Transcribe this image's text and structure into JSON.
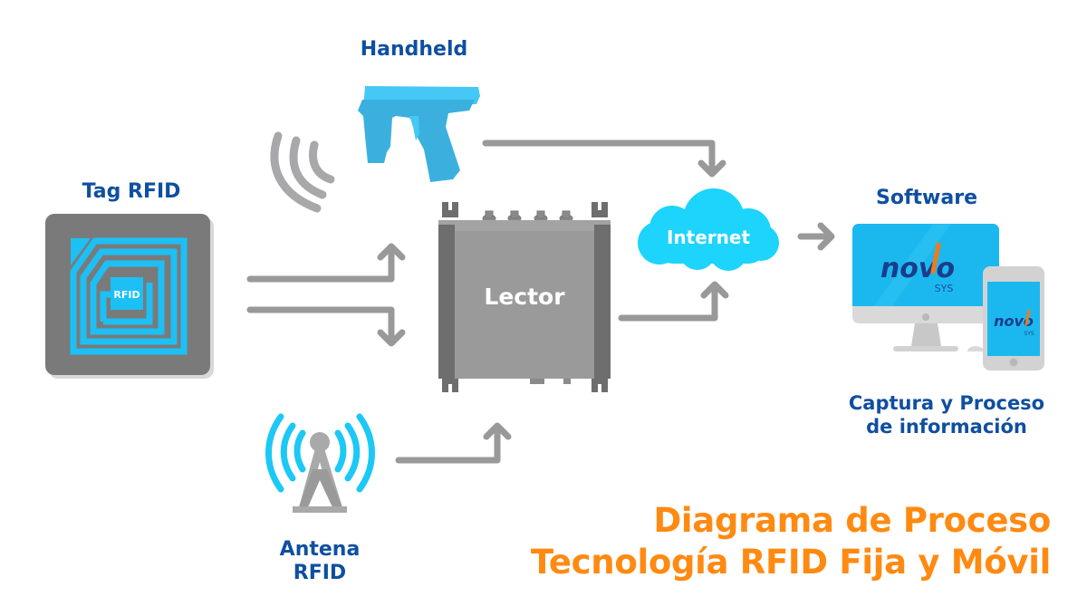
{
  "diagram": {
    "title_line1": "Diagrama de Proceso",
    "title_line2": "Tecnología RFID Fija y Móvil",
    "nodes": {
      "tag": {
        "label": "Tag RFID",
        "chip_label": "RFID"
      },
      "handheld": {
        "label": "Handheld"
      },
      "lector": {
        "label": "Lector"
      },
      "antenna": {
        "label_line1": "Antena",
        "label_line2": "RFID"
      },
      "internet": {
        "label": "Internet"
      },
      "software": {
        "label": "Software",
        "caption_line1": "Captura y Proceso",
        "caption_line2": "de información",
        "logo_main": "novo",
        "logo_sub": "SYS"
      }
    },
    "edges": [
      {
        "from": "tag",
        "to": "lector",
        "direction": "up"
      },
      {
        "from": "lector",
        "to": "tag",
        "direction": "down"
      },
      {
        "from": "handheld",
        "to": "internet"
      },
      {
        "from": "lector",
        "to": "internet"
      },
      {
        "from": "antenna",
        "to": "lector"
      },
      {
        "from": "internet",
        "to": "software"
      }
    ],
    "colors": {
      "title": "#ff8a12",
      "label": "#0f4fa0",
      "accent_blue": "#1cc8f5",
      "arrow_gray": "#999999",
      "device_gray": "#8a8a8a"
    }
  }
}
